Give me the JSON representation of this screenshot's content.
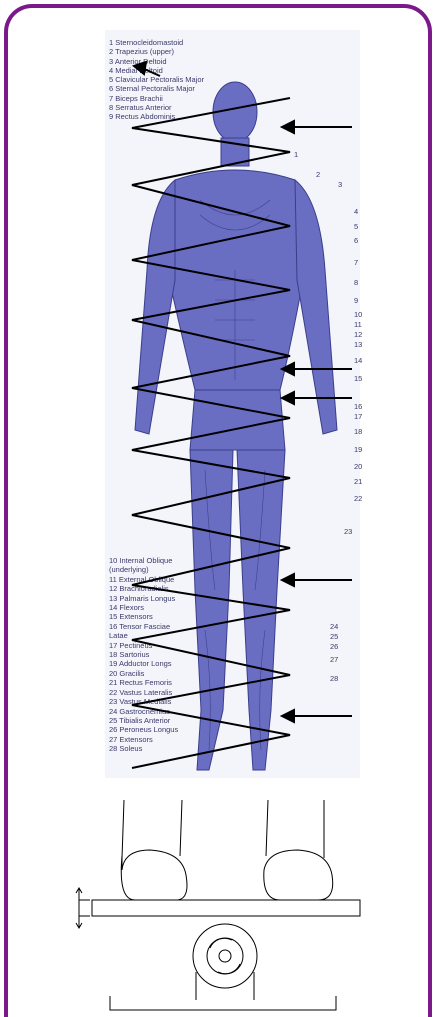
{
  "top_legend": [
    "1  Sternocleidomastoid",
    "2  Trapezius (upper)",
    "3  Anterior Deltoid",
    "4  Medial Deltoid",
    "5  Clavicular Pectoralis Major",
    "6  Sternal Pectoralis Major",
    "7  Biceps Brachii",
    "8  Serratus Anterior",
    "9  Rectus Abdominis"
  ],
  "bottom_legend": [
    "10  Internal Oblique",
    "     (underlying)",
    "11  External Oblique",
    "12  Brachioradialis",
    "13  Palmaris Longus",
    "14  Flexors",
    "15  Extensors",
    "16  Tensor Fasciae",
    "     Latae",
    "17  Pectineus",
    "18  Sartorius",
    "19  Adductor  Longs",
    "20  Gracilis",
    "21  Rectus Femoris",
    "22  Vastus Lateralis",
    "23  Vastus Medialis",
    "24  Gastrocnemius",
    "25  Tibialis Anterior",
    "26  Peroneus Longus",
    "27  Extensors",
    "28  Soleus"
  ],
  "body_numbers": [
    "1",
    "2",
    "3",
    "4",
    "5",
    "6",
    "7",
    "8",
    "9",
    "10",
    "11",
    "12",
    "13",
    "14",
    "15",
    "16",
    "17",
    "18",
    "19",
    "20",
    "21",
    "22",
    "23",
    "24",
    "25",
    "26",
    "27",
    "28"
  ],
  "colors": {
    "frame": "#7a1a8a",
    "muscle": "#5b5fb5",
    "muscle_dark": "#3a3e8a",
    "zigzag": "#000000"
  }
}
